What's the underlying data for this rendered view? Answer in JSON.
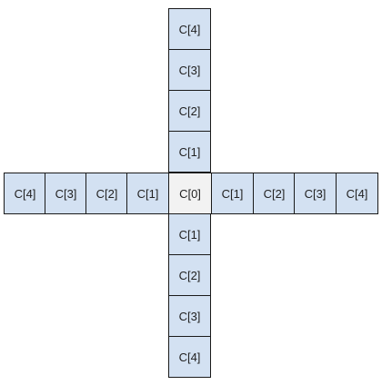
{
  "diagram": {
    "center": "C[0]",
    "up": [
      "C[1]",
      "C[2]",
      "C[3]",
      "C[4]"
    ],
    "down": [
      "C[1]",
      "C[2]",
      "C[3]",
      "C[4]"
    ],
    "left": [
      "C[1]",
      "C[2]",
      "C[3]",
      "C[4]"
    ],
    "right": [
      "C[1]",
      "C[2]",
      "C[3]",
      "C[4]"
    ],
    "colors": {
      "cell_fill": "#d3e1f2",
      "center_fill": "#f2f2f2",
      "border": "#1a1a1a"
    }
  }
}
